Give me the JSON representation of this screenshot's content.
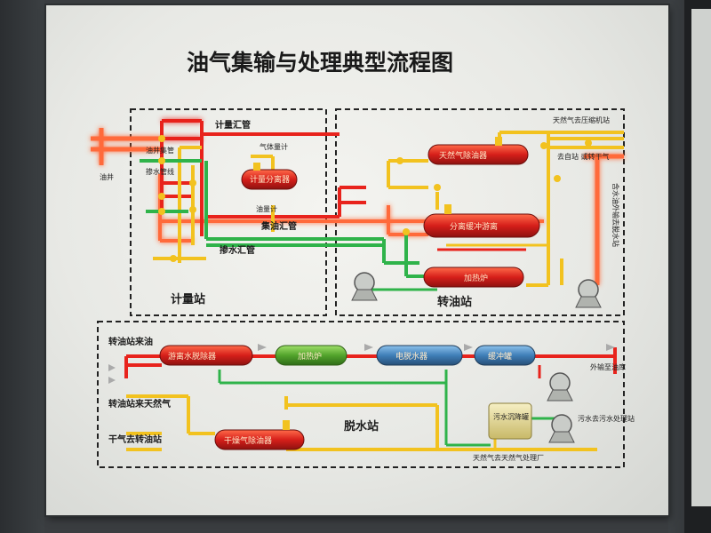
{
  "title": "油气集输与处理典型流程图",
  "stations": {
    "metering": "计量站",
    "transfer": "转油站",
    "dehydration": "脱水站"
  },
  "metering_labels": {
    "wellhead": "油井",
    "wellhead_manifold": "油井集管",
    "water_line": "掺水管线",
    "metering_header": "计量汇管",
    "gas_meter": "气体量计",
    "oil_meter": "油量计",
    "gathering_header": "集油汇管",
    "water_header": "掺水汇管",
    "metering_sep": "计量分离器"
  },
  "transfer_labels": {
    "gas_scrubber": "天然气除油器",
    "buffer_sep": "分离缓冲游离",
    "heater": "加热炉",
    "gas_gathering": "天然气去压缩机站",
    "dry_gas": "去自站 或转干气",
    "oil_to_dehydration": "含水油外输去脱水站"
  },
  "dehydration_labels": {
    "oil_inlet": "转油站来油",
    "gas_inlet": "转油站来天然气",
    "dry_gas_inlet": "干气去转油站",
    "free_water_knockout": "游离水脱除器",
    "heater": "加热炉",
    "electro_dehydrator": "电脱水器",
    "buffer_tank": "缓冲罐",
    "gas_scrubber": "干燥气除油器",
    "sewage_tank": "污水沉降罐",
    "to_storage": "外输至油库",
    "to_water_treatment": "污水去污水处理站",
    "to_gas_plant": "天然气去天然气处理厂"
  },
  "colors": {
    "oil": "#e8231c",
    "water": "#2fb34a",
    "gas": "#f2c21f",
    "glow_oil": "#ff6a3a",
    "tank_red": "#d61f1a",
    "tank_green": "#52a42c",
    "tank_blue": "#3f7fb8",
    "tank_tan": "#e3d79a"
  }
}
